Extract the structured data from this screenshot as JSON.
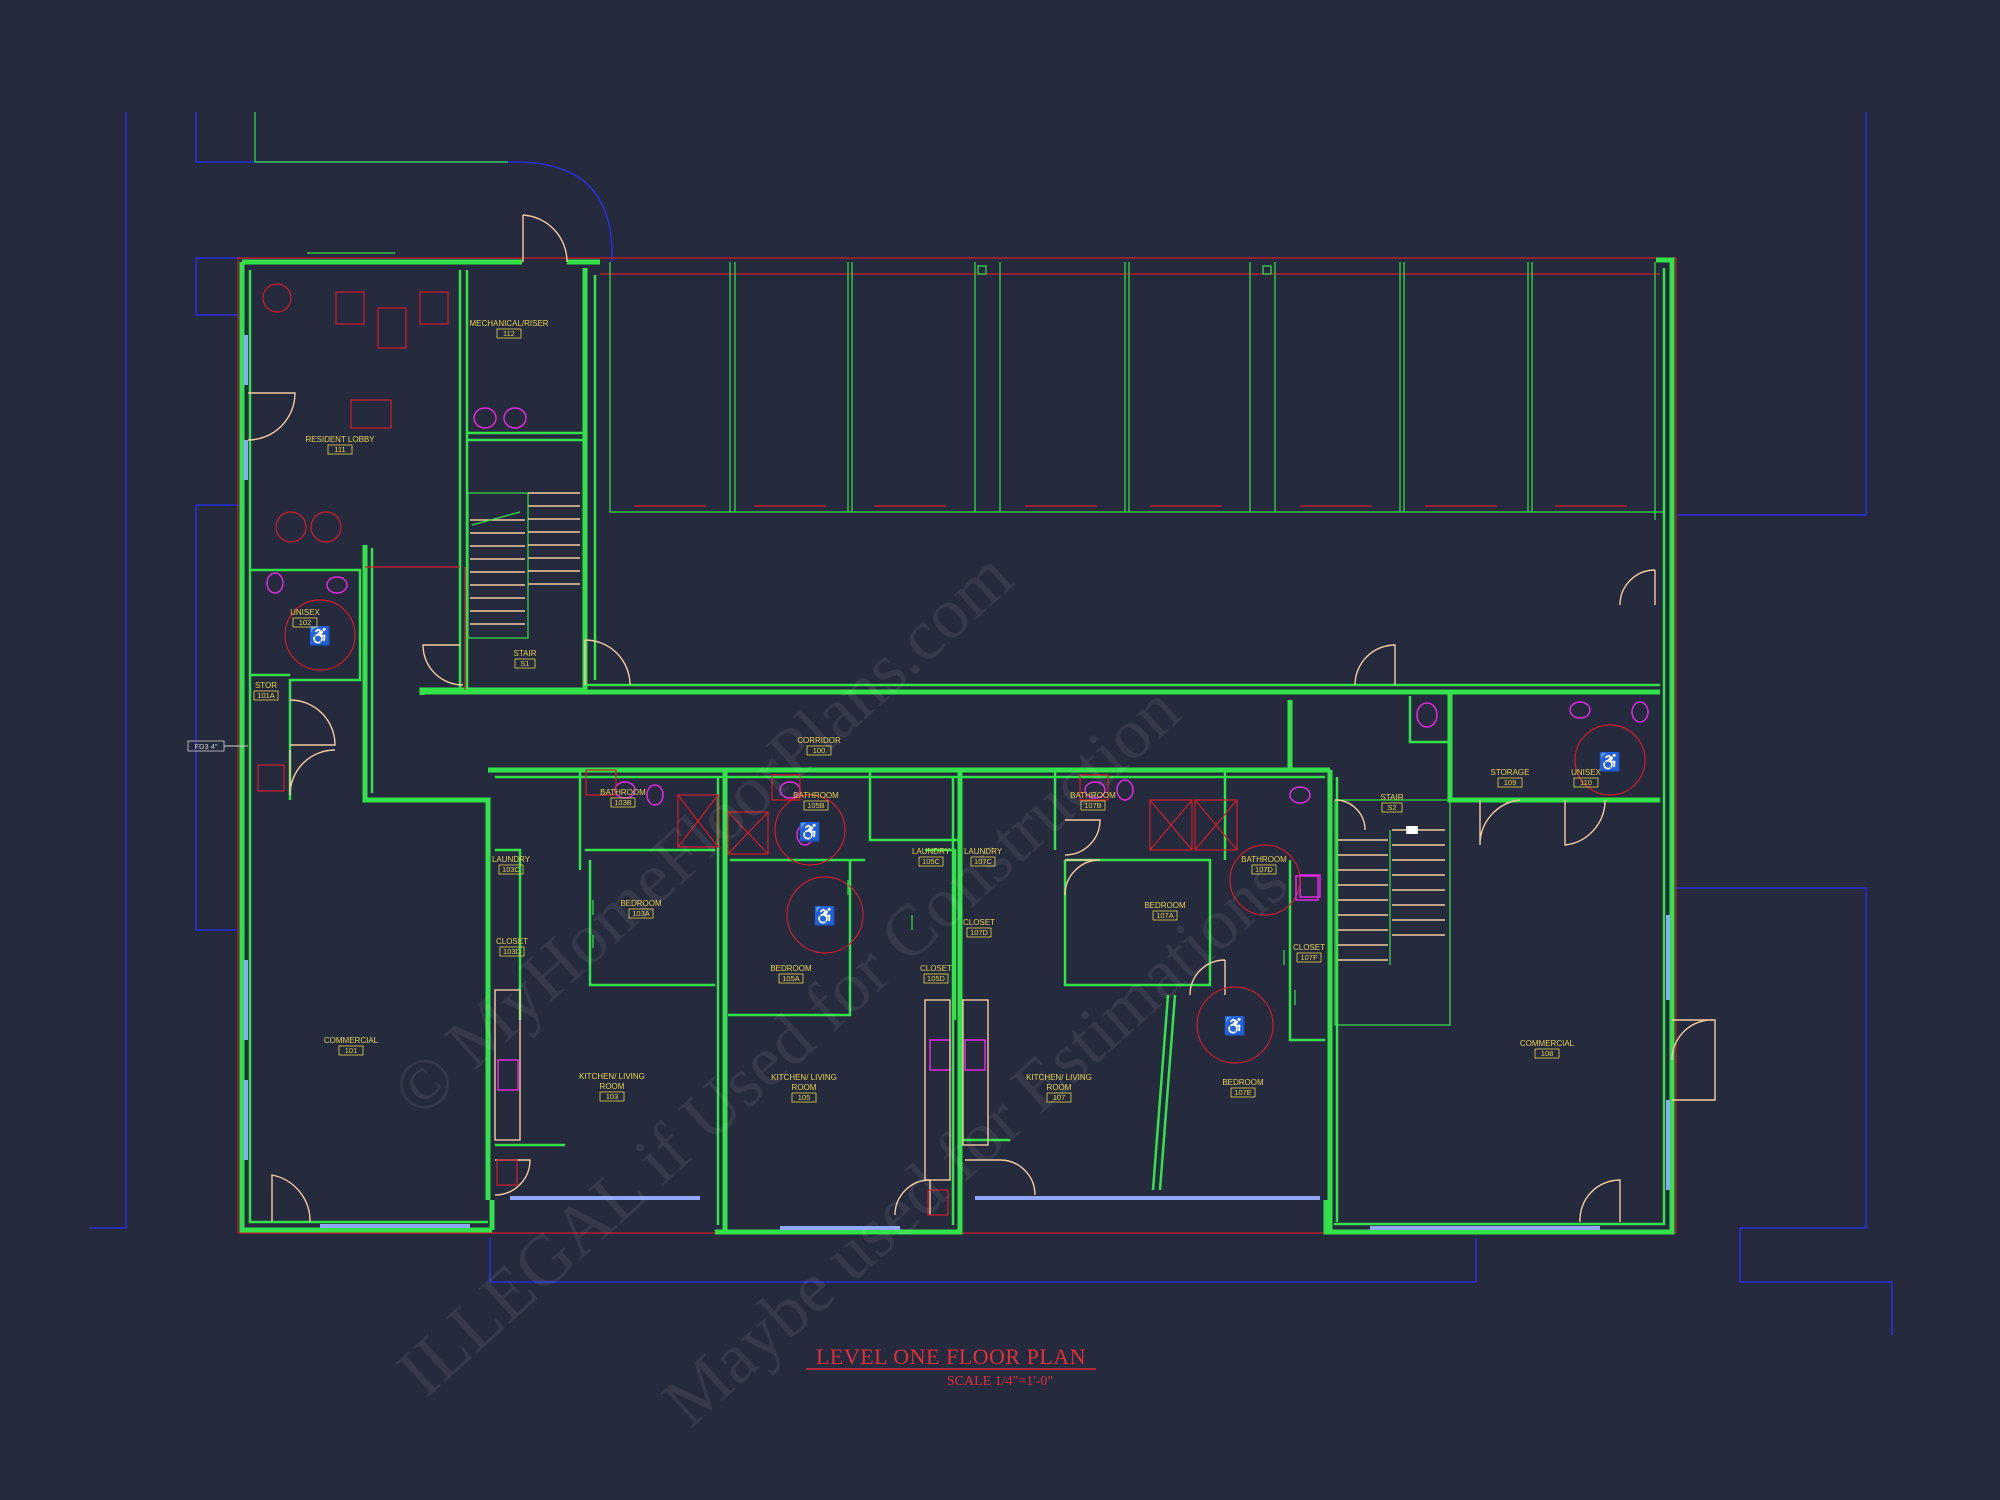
{
  "drawing": {
    "title": "LEVEL ONE FLOOR PLAN",
    "scale": "SCALE 1/4\"=1'-0\"",
    "exterior_marker": "FD3 4\"",
    "watermark_lines": [
      "© MyHomeFloorPlans.com",
      "ILLEGAL if Used for Construction",
      "Maybe used for Estimations"
    ]
  },
  "colors": {
    "background": "#262a3d",
    "walls": "#33e24a",
    "labels": "#e3d24a",
    "doors": "#f1cba0",
    "fixtures": "#e02ae0",
    "annotations": "#d11d2b",
    "property_line": "#2a2fd6",
    "title": "#e0303a"
  },
  "rooms": {
    "mechanical": {
      "name": "MECHANICAL/RISER",
      "number": "112"
    },
    "lobby": {
      "name": "RESIDENT LOBBY",
      "number": "111"
    },
    "unisex_102": {
      "name": "UNISEX",
      "number": "102"
    },
    "stor_101a": {
      "name": "STOR",
      "number": "101A"
    },
    "stair_s1": {
      "name": "STAIR",
      "number": "S1"
    },
    "corridor": {
      "name": "CORRIDOR",
      "number": "100"
    },
    "commercial_101": {
      "name": "COMMERCIAL",
      "number": "101"
    },
    "laundry_103c": {
      "name": "LAUNDRY",
      "number": "103C"
    },
    "closet_103d": {
      "name": "CLOSET",
      "number": "103D"
    },
    "bathroom_103b": {
      "name": "BATHROOM",
      "number": "103B"
    },
    "bedroom_103a": {
      "name": "BEDROOM",
      "number": "103A"
    },
    "kitchen_103": {
      "name": "KITCHEN/ LIVING",
      "name2": "ROOM",
      "number": "103"
    },
    "bathroom_105b": {
      "name": "BATHROOM",
      "number": "105B"
    },
    "bedroom_105a": {
      "name": "BEDROOM",
      "number": "105A"
    },
    "kitchen_105": {
      "name": "KITCHEN/ LIVING",
      "name2": "ROOM",
      "number": "105"
    },
    "laundry_105c": {
      "name": "LAUNDRY",
      "number": "105C"
    },
    "closet_105d": {
      "name": "CLOSET",
      "number": "105D"
    },
    "laundry_107c": {
      "name": "LAUNDRY",
      "number": "107C"
    },
    "closet_107d": {
      "name": "CLOSET",
      "number": "107D"
    },
    "kitchen_107": {
      "name": "KITCHEN/ LIVING",
      "name2": "ROOM",
      "number": "107"
    },
    "bathroom_107b": {
      "name": "BATHROOM",
      "number": "107B"
    },
    "bedroom_107a": {
      "name": "BEDROOM",
      "number": "107A"
    },
    "bathroom_107d": {
      "name": "BATHROOM",
      "number": "107D"
    },
    "closet_107f": {
      "name": "CLOSET",
      "number": "107F"
    },
    "bedroom_107e": {
      "name": "BEDROOM",
      "number": "107E"
    },
    "stair_s2": {
      "name": "STAIR",
      "number": "S2"
    },
    "storage_109": {
      "name": "STORAGE",
      "number": "109"
    },
    "unisex_110": {
      "name": "UNISEX",
      "number": "110"
    },
    "commercial_108": {
      "name": "COMMERCIAL",
      "number": "108"
    }
  }
}
